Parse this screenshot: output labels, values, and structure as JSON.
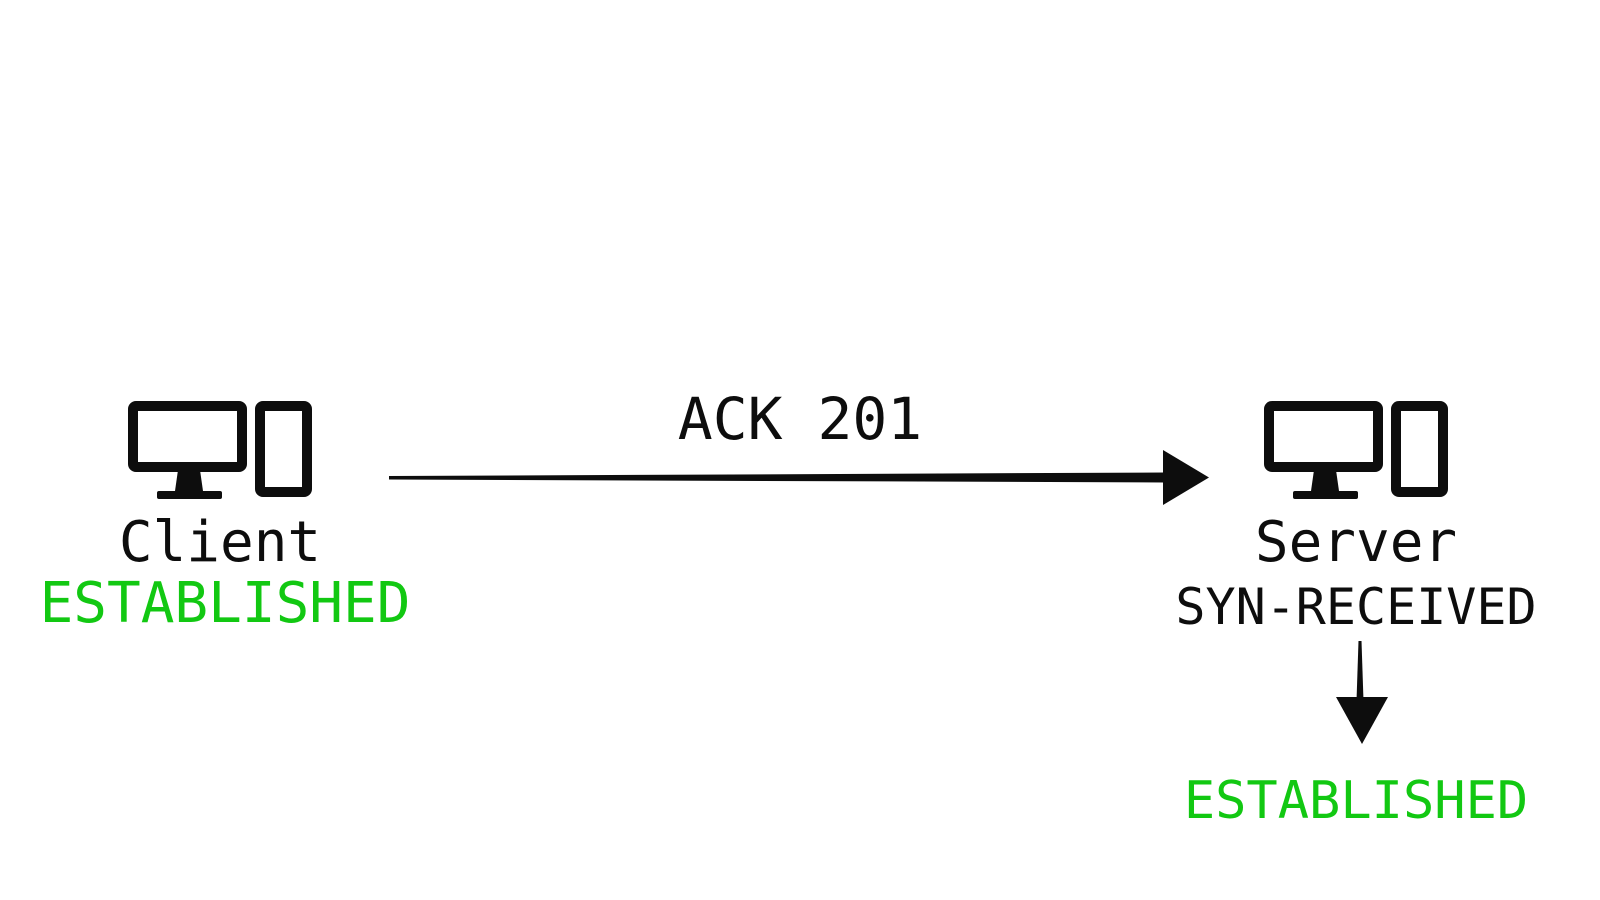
{
  "canvas": {
    "background": "#ffffff"
  },
  "colors": {
    "ink": "#0d0d0d",
    "state-green": "#12c812"
  },
  "client": {
    "name": "Client",
    "state": "ESTABLISHED"
  },
  "server": {
    "name": "Server",
    "state": "SYN-RECEIVED",
    "next_state": "ESTABLISHED"
  },
  "message": {
    "label": "ACK 201"
  },
  "icons": {
    "client": "desktop-and-phone-icon",
    "server": "desktop-and-phone-icon",
    "message_arrow": "right-arrow-icon",
    "transition_arrow": "down-arrow-icon"
  }
}
